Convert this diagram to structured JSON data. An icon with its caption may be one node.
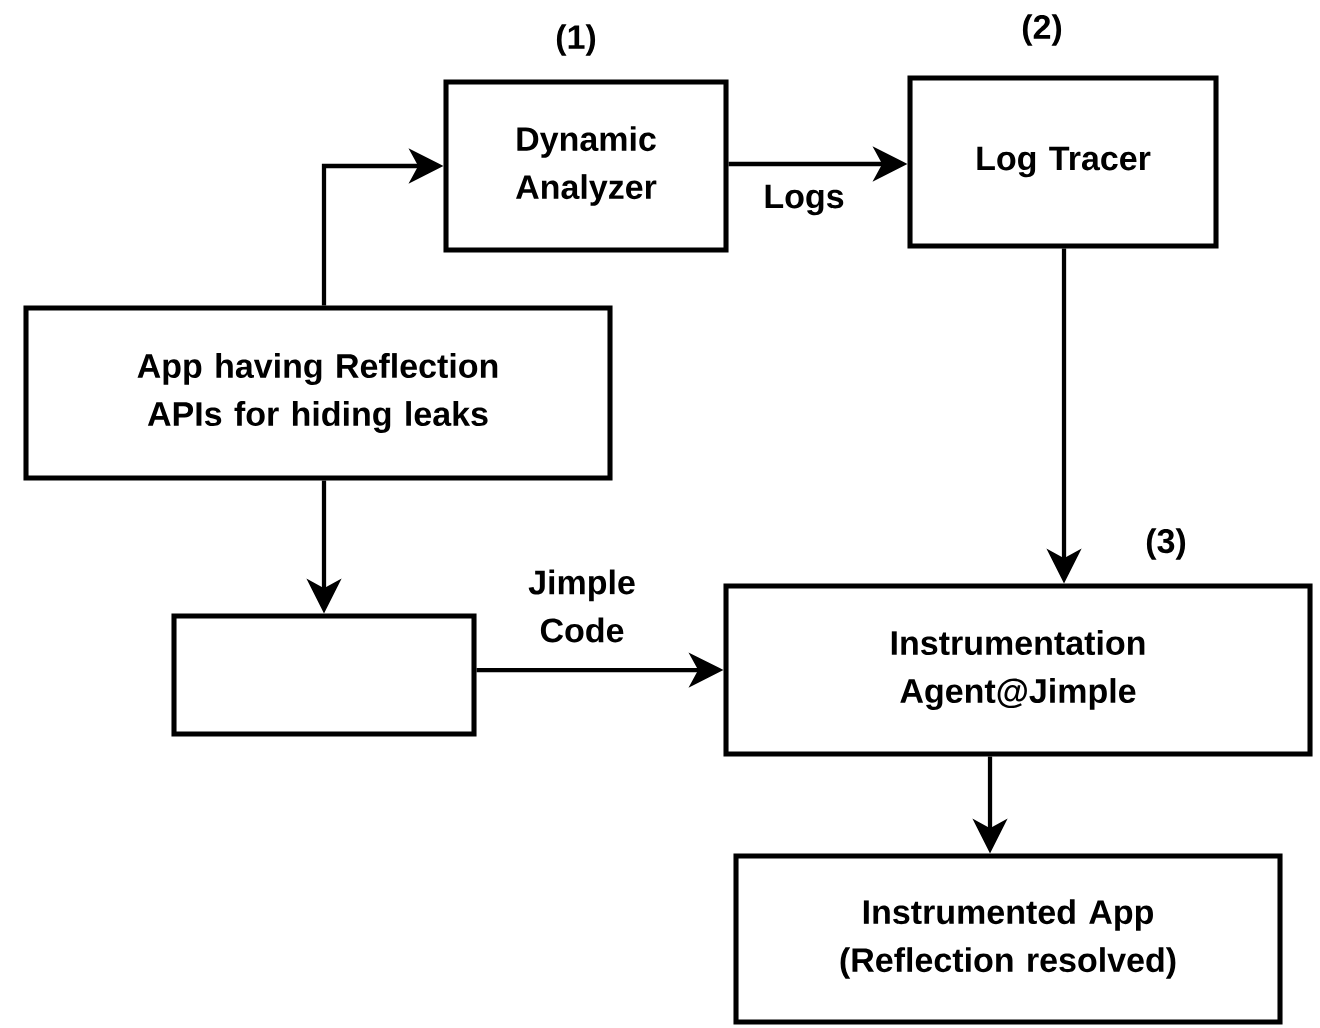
{
  "diagram": {
    "nodes": [
      {
        "text": [
          "Dynamic Analyzer"
        ],
        "beside": [
          "(1)"
        ]
      },
      {
        "text": [
          "Log Tracer"
        ],
        "beside": [
          "(2)"
        ]
      },
      {
        "text": [
          "App having Reflection APIs for hiding leaks"
        ]
      },
      {
        "text": [],
        "shape": "box"
      },
      {
        "text": [
          "Instrumentation Agent@Jimple"
        ],
        "beside": [
          "(3)"
        ]
      },
      {
        "text": [
          "Instrumented App (Reflection resolved)"
        ]
      }
    ],
    "edges": [
      {
        "from": 2,
        "to": 0,
        "arrow": "to"
      },
      {
        "from": 0,
        "to": 1,
        "arrow": "to",
        "label": "Logs"
      },
      {
        "from": 1,
        "to": 4,
        "arrow": "to"
      },
      {
        "from": 2,
        "to": 3,
        "arrow": "to"
      },
      {
        "from": 3,
        "to": 4,
        "arrow": "to",
        "label": "Jimple Code"
      },
      {
        "from": 4,
        "to": 5,
        "arrow": "to"
      }
    ]
  }
}
